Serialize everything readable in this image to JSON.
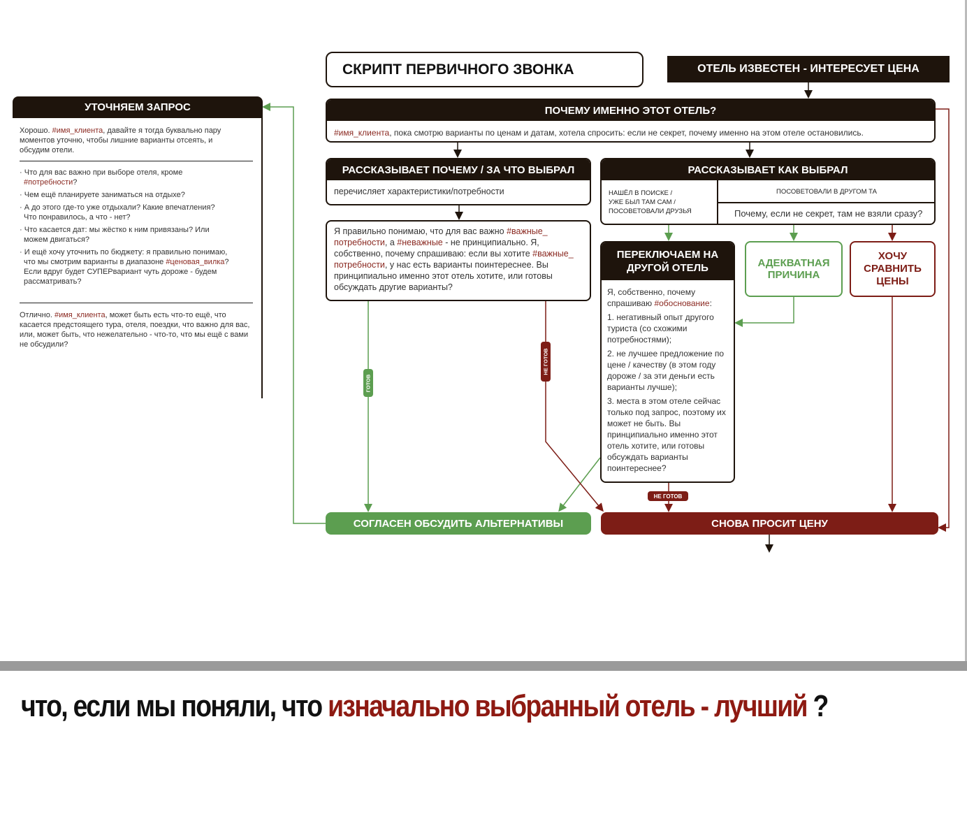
{
  "title": "СКРИПТ ПЕРВИЧНОГО ЗВОНКА",
  "start_banner": "ОТЕЛЬ ИЗВЕСТЕН - ИНТЕРЕСУЕТ ЦЕНА",
  "left": {
    "header": "УТОЧНЯЕМ ЗАПРОС",
    "intro": [
      {
        "t": "Хорошо. "
      },
      {
        "t": "#имя_клиента",
        "tag": 1
      },
      {
        "t": ", давайте я тогда буквально пару моментов уточню, чтобы лишние варианты отсеять, и обсудим отели."
      }
    ],
    "questions": [
      [
        {
          "t": "Что для вас важно при выборе отеля, кроме "
        },
        {
          "t": "#потребности",
          "tag": 1
        },
        {
          "t": "?"
        }
      ],
      [
        {
          "t": "Чем ещё планируете заниматься на отдыхе?"
        }
      ],
      [
        {
          "t": "А до этого где-то уже отдыхали? Какие впечатления? Что понравилось, а что - нет?"
        }
      ],
      [
        {
          "t": "Что касается дат: мы жёстко к ним привязаны? Или можем двигаться?"
        }
      ],
      [
        {
          "t": "И ещё хочу уточнить по бюджету: я правильно понимаю, что мы смотрим варианты в диапазоне "
        },
        {
          "t": "#ценовая_вилка",
          "tag": 1
        },
        {
          "t": "? Если вдруг будет СУПЕРвариант чуть дороже - будем рассматривать?"
        }
      ]
    ],
    "outro": [
      {
        "t": "Отлично. "
      },
      {
        "t": "#имя_клиента",
        "tag": 1
      },
      {
        "t": ", может быть есть что-то ещё, что касается предстоящего тура, отеля, поездки, что важно для вас, или, может быть, что нежелательно - что-то, что мы ещё с вами не обсудили?"
      }
    ]
  },
  "why": {
    "header": "ПОЧЕМУ ИМЕННО ЭТОТ ОТЕЛЬ?",
    "body": [
      {
        "t": "#имя_клиента",
        "tag": 1
      },
      {
        "t": ", пока смотрю варианты по ценам и датам, хотела спросить: если не секрет, почему именно на этом отеле остановились."
      }
    ]
  },
  "reason": {
    "header": "РАССКАЗЫВАЕТ ПОЧЕМУ / ЗА ЧТО ВЫБРАЛ",
    "body": "перечисляет характеристики/потребности"
  },
  "clarify": {
    "body": [
      {
        "t": "Я правильно понимаю, что для вас важно "
      },
      {
        "t": "#важные_ потребности",
        "tag": 1
      },
      {
        "t": ", а "
      },
      {
        "t": "#неважные",
        "tag": 1
      },
      {
        "t": " - не принципиально. Я, собственно, почему спрашиваю: если вы хотите "
      },
      {
        "t": "#важные_ потребности",
        "tag": 1
      },
      {
        "t": ", у нас есть варианты поинтереснее. Вы принципиально именно этот отель хотите, или готовы обсуждать другие варианты?"
      }
    ]
  },
  "how": {
    "header": "РАССКАЗЫВАЕТ КАК ВЫБРАЛ",
    "left": [
      "НАШЁЛ В ПОИСКЕ  /",
      "УЖЕ БЫЛ ТАМ САМ  /",
      "ПОСОВЕТОВАЛИ ДРУЗЬЯ"
    ],
    "right_top": "ПОСОВЕТОВАЛИ В ДРУГОМ ТА",
    "right_bottom": "Почему, если не секрет, там не взяли сразу?"
  },
  "switch": {
    "header": "ПЕРЕКЛЮЧАЕМ НА ДРУГОЙ ОТЕЛЬ",
    "body": [
      {
        "t": "Я, собственно, почему спрашиваю "
      },
      {
        "t": "#обоснование",
        "tag": 1
      },
      {
        "t": ":"
      }
    ],
    "items": [
      "1. негативный опыт другого туриста (со схожими потребностями);",
      "2. не лучшее предложение по цене / качеству (в этом году дороже / за эти деньги есть варианты лучше);",
      "3. места в этом отеле сейчас только под запрос, поэтому их может не быть. Вы принципиально именно этот отель хотите, или готовы обсуждать варианты поинтереснее?"
    ]
  },
  "adequate": "АДЕКВАТНАЯ ПРИЧИНА",
  "compare": "ХОЧУ СРАВНИТЬ ЦЕНЫ",
  "agree": "СОГЛАСЕН ОБСУДИТЬ АЛЬТЕРНАТИВЫ",
  "again": "СНОВА ПРОСИТ ЦЕНУ",
  "labels": {
    "ready": "ГОТОВ",
    "not_ready": "НЕ ГОТОВ",
    "not_ready2": "НЕ ГОТОВ"
  },
  "caption": {
    "part1": "что, если мы поняли, что ",
    "part2": "изначально выбранный отель - лучший",
    "part3": " ?"
  },
  "colors": {
    "dark": "#1e140c",
    "red": "#7d1d16",
    "green": "#5c9e50",
    "tag": "#8b2a22"
  }
}
